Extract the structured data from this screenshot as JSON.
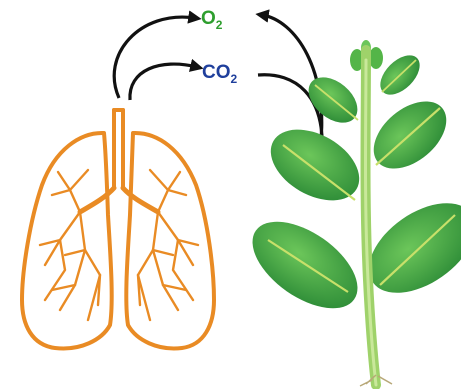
{
  "labels": {
    "oxygen": {
      "main": "O",
      "sub": "2"
    },
    "carbon_dioxide": {
      "main": "CO",
      "sub": "2"
    }
  },
  "colors": {
    "oxygen_text": "#2e9e2e",
    "co2_text": "#1f3f9c",
    "arrow": "#111111",
    "lung_outline": "#e98b24",
    "leaf_dark": "#2f8f3a",
    "leaf_mid": "#54b548",
    "stem": "#9fd26a",
    "vein": "#c8e06a"
  },
  "icons": [
    "lungs-icon",
    "plant-icon",
    "arrow-icon"
  ]
}
